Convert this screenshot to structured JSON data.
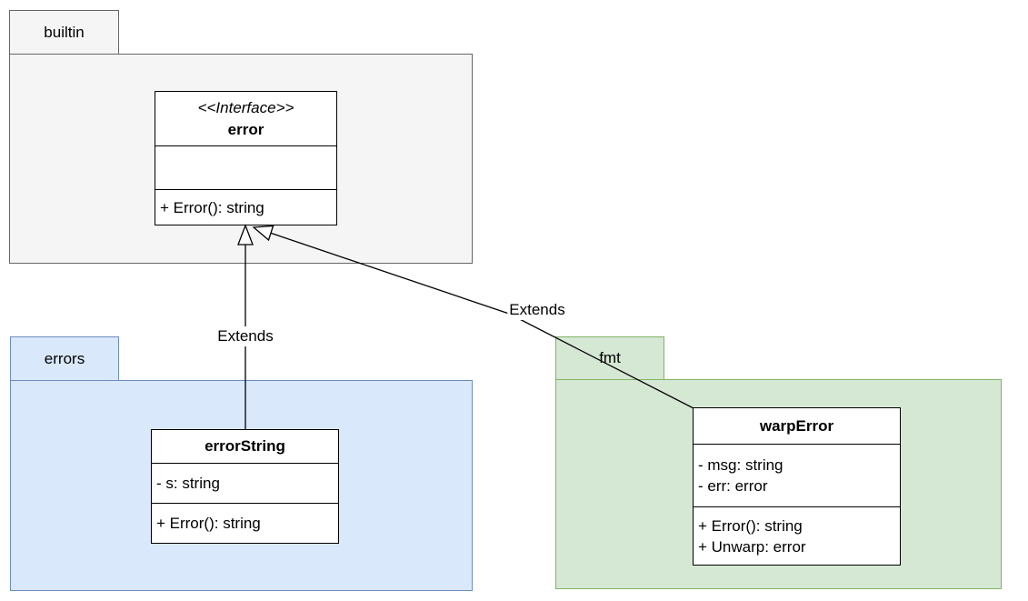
{
  "diagram": {
    "background": "#ffffff",
    "edge_color": "#000000",
    "text_color": "#000000"
  },
  "packages": {
    "builtin": {
      "label": "builtin",
      "fill": "#f5f5f5",
      "border": "#666666"
    },
    "errors": {
      "label": "errors",
      "fill": "#dae8fc",
      "border": "#6c8ebf"
    },
    "fmt": {
      "label": "fmt",
      "fill": "#d5e8d4",
      "border": "#82b366"
    }
  },
  "classes": {
    "error": {
      "stereotype": "<<Interface>>",
      "name": "error",
      "attributes": [],
      "methods": [
        "+ Error(): string"
      ]
    },
    "errorString": {
      "name": "errorString",
      "attributes": [
        "- s: string"
      ],
      "methods": [
        "+ Error(): string"
      ]
    },
    "warpError": {
      "name": "warpError",
      "attributes": [
        "- msg: string",
        "- err: error"
      ],
      "methods": [
        "+ Error(): string",
        "+ Unwarp: error"
      ]
    }
  },
  "edges": {
    "errorString_extends_error": {
      "label": "Extends"
    },
    "warpError_extends_error": {
      "label": "Extends"
    }
  }
}
